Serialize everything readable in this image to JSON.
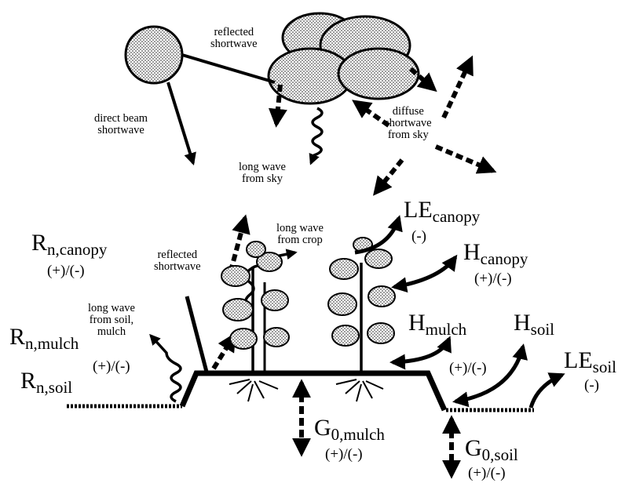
{
  "colors": {
    "ink": "#000000",
    "background": "#ffffff",
    "stipple": "#b8b8b8"
  },
  "small_labels": {
    "reflected_sw_top_1": "reflected",
    "reflected_sw_top_2": "shortwave",
    "direct_beam_1": "direct beam",
    "direct_beam_2": "shortwave",
    "diffuse_1": "diffuse",
    "diffuse_2": "shortwave",
    "diffuse_3": "from sky",
    "lw_sky_1": "long wave",
    "lw_sky_2": "from sky",
    "lw_crop_1": "long wave",
    "lw_crop_2": "from crop",
    "reflected_sw_mid_1": "reflected",
    "reflected_sw_mid_2": "shortwave",
    "lw_soil_1": "long wave",
    "lw_soil_2": "from soil,",
    "lw_soil_3": "mulch"
  },
  "flux_labels": {
    "rn_canopy": {
      "main": "R",
      "sub": "n,canopy",
      "sign": "(+)/(-)"
    },
    "rn_mulch": {
      "main": "R",
      "sub": "n,mulch",
      "sign": "(+)/(-)"
    },
    "rn_soil": {
      "main": "R",
      "sub": "n,soil"
    },
    "le_canopy": {
      "main": "LE",
      "sub": "canopy",
      "sign": "(-)"
    },
    "h_canopy": {
      "main": "H",
      "sub": "canopy",
      "sign": "(+)/(-)"
    },
    "h_mulch": {
      "main": "H",
      "sub": "mulch",
      "sign": "(+)/(-)"
    },
    "h_soil": {
      "main": "H",
      "sub": "soil"
    },
    "le_soil": {
      "main": "LE",
      "sub": "soil",
      "sign": "(-)"
    },
    "g0_mulch": {
      "main": "G",
      "sub": "0,mulch",
      "sign": "(+)/(-)"
    },
    "g0_soil": {
      "main": "G",
      "sub": "0,soil",
      "sign": "(+)/(-)"
    }
  }
}
